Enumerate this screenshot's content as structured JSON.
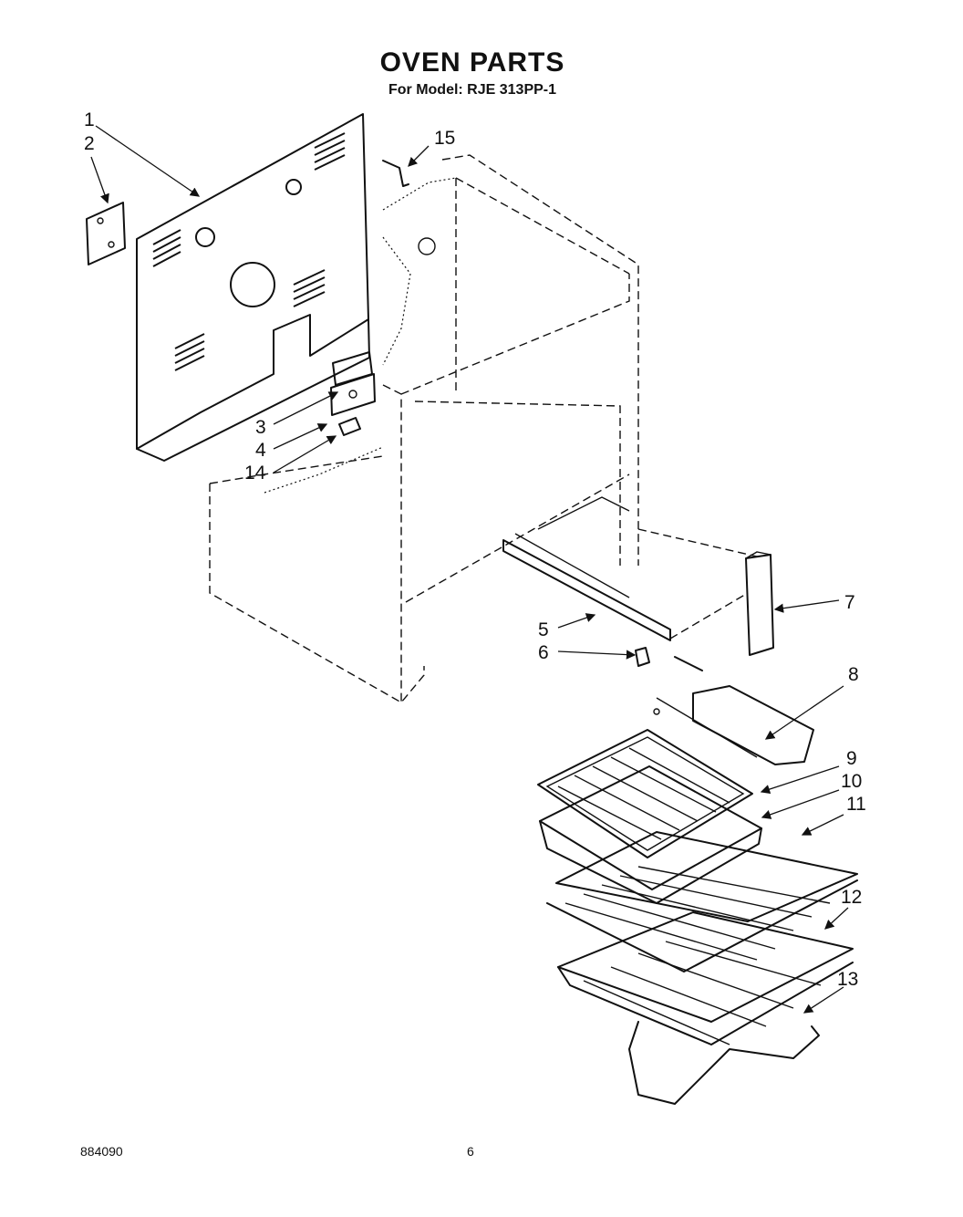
{
  "header": {
    "title": "OVEN PARTS",
    "subtitle": "For Model: RJE 313PP-1"
  },
  "footer": {
    "doc_number": "884090",
    "page_number": "6"
  },
  "callouts": [
    "1",
    "2",
    "3",
    "4",
    "14",
    "15",
    "5",
    "6",
    "7",
    "8",
    "9",
    "10",
    "11",
    "12",
    "13"
  ]
}
